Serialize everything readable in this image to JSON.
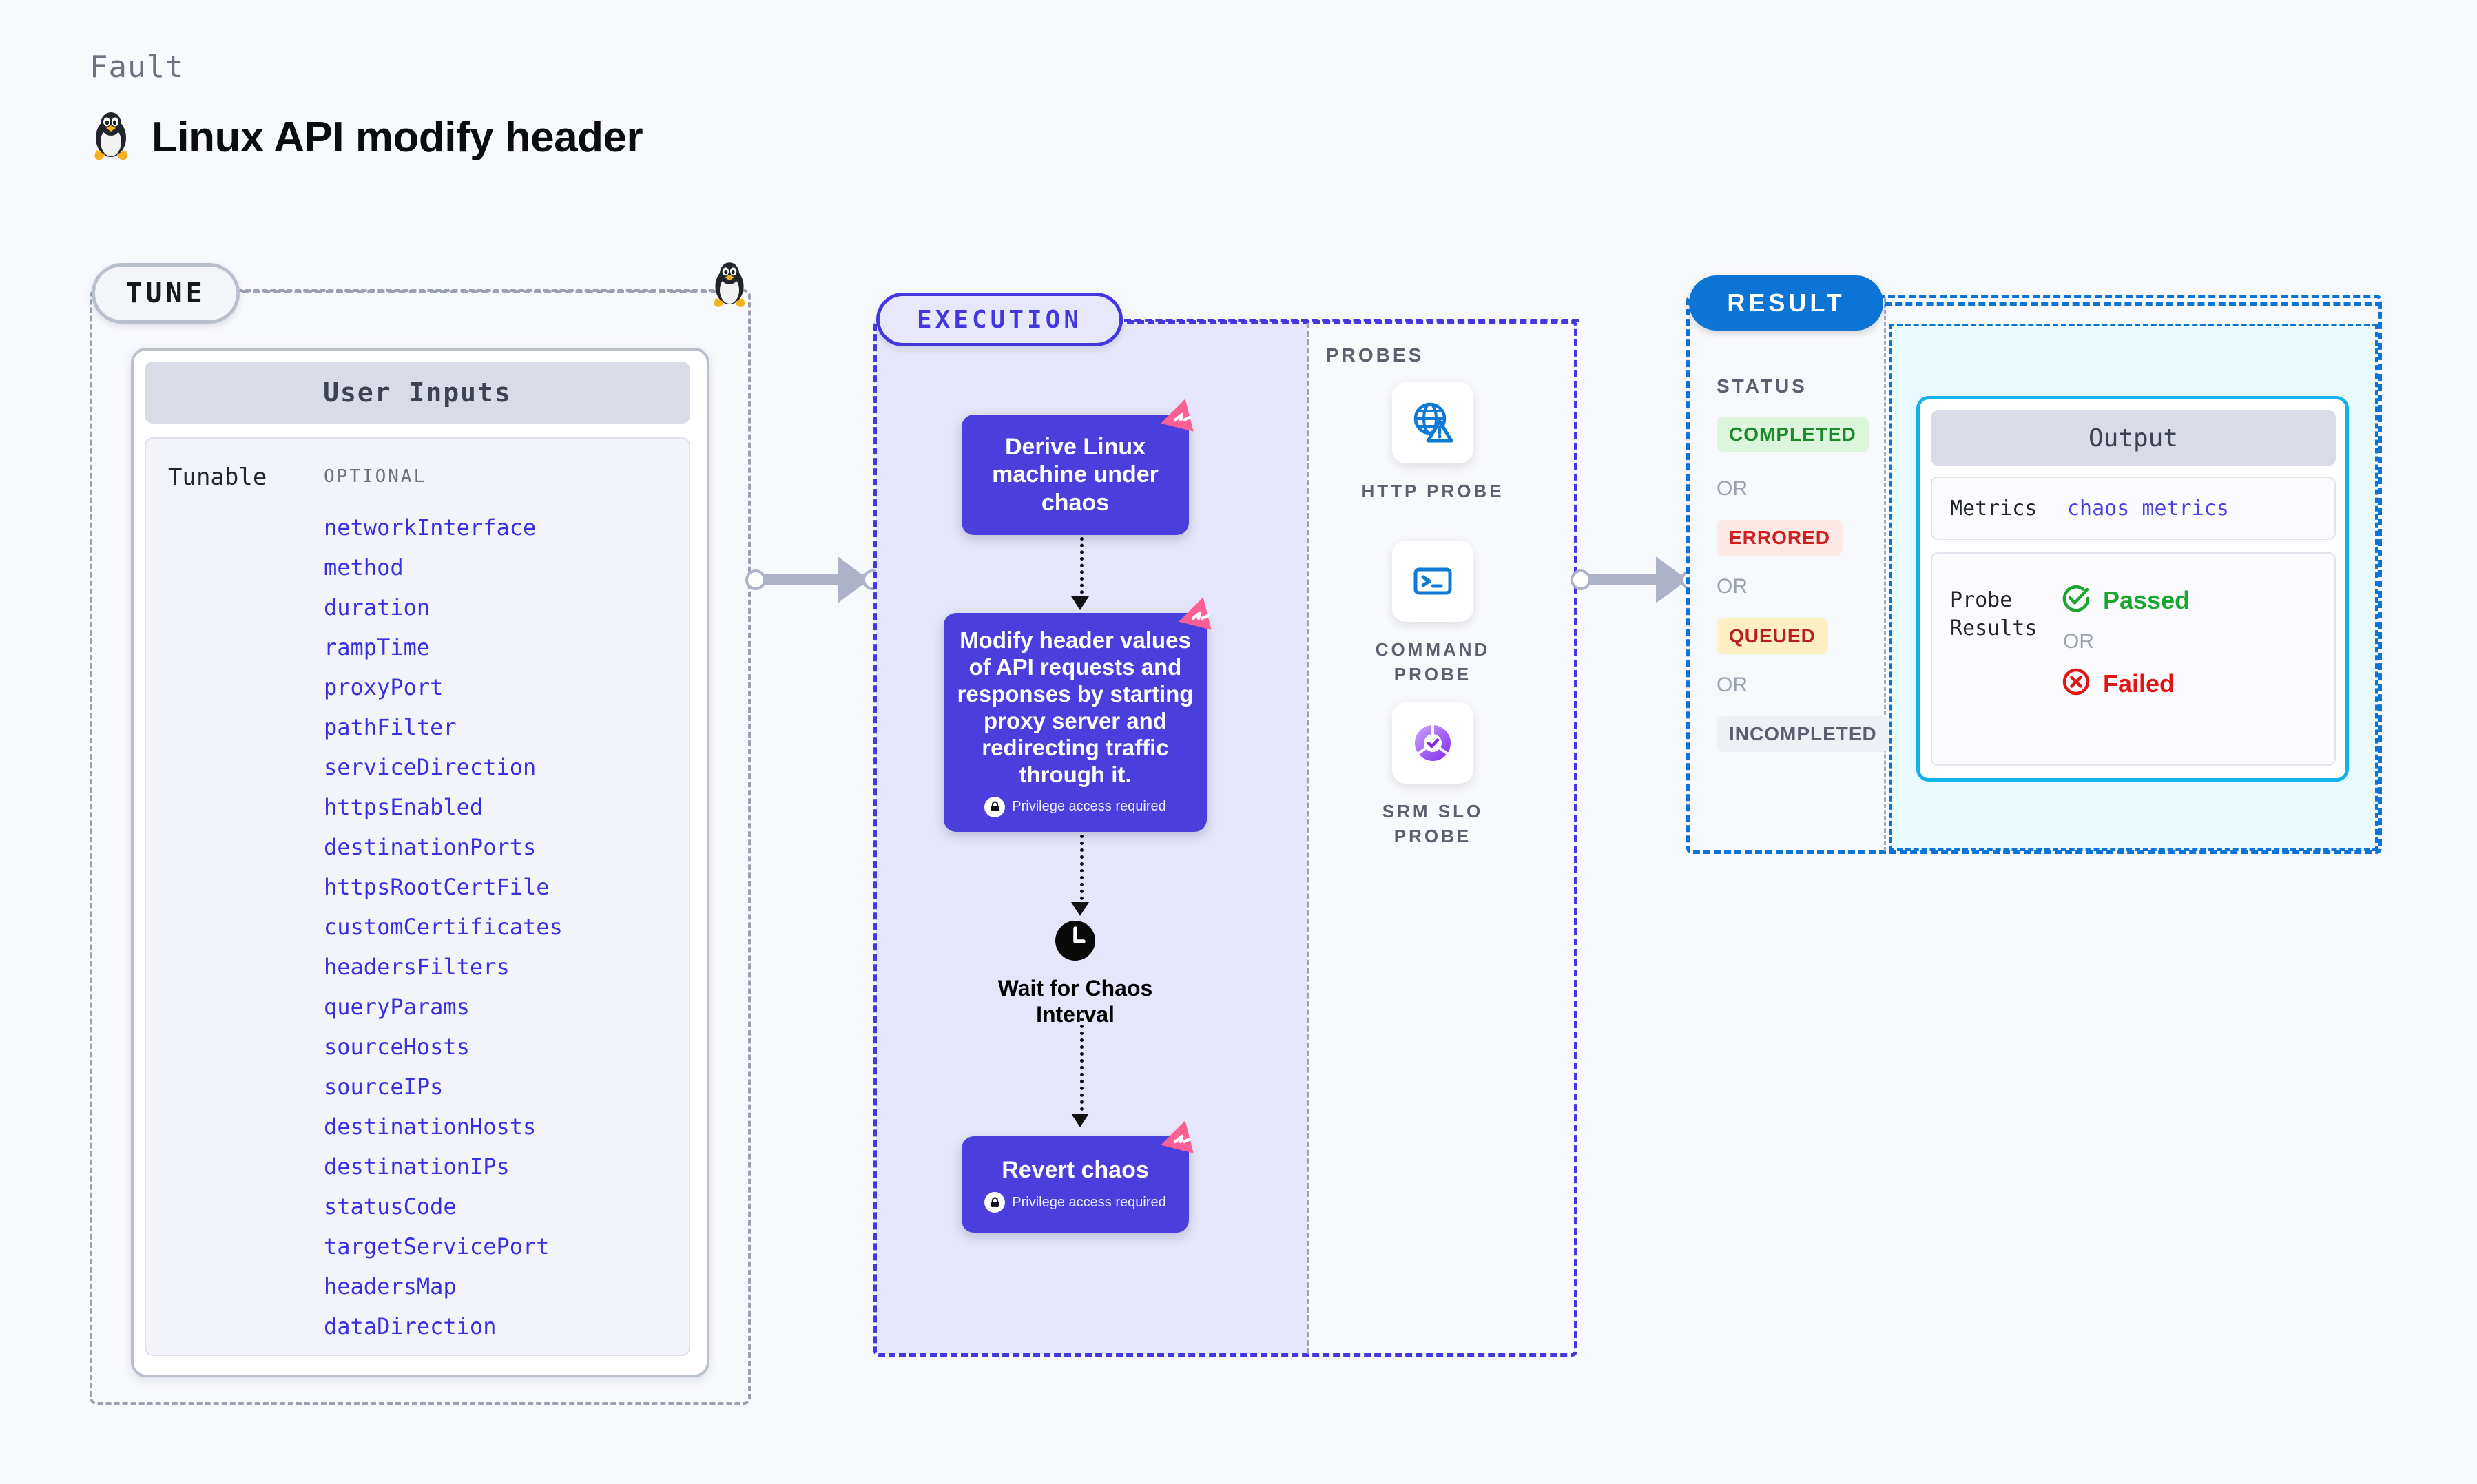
{
  "header": {
    "eyebrow": "Fault",
    "title": "Linux API modify header",
    "icon": "tux-linux-icon"
  },
  "tune": {
    "badge": "TUNE",
    "card_title": "User Inputs",
    "tunable_label": "Tunable",
    "optional_label": "OPTIONAL",
    "params": [
      "networkInterface",
      "method",
      "duration",
      "rampTime",
      "proxyPort",
      "pathFilter",
      "serviceDirection",
      "httpsEnabled",
      "destinationPorts",
      "httpsRootCertFile",
      "customCertificates",
      "headersFilters",
      "queryParams",
      "sourceHosts",
      "sourceIPs",
      "destinationHosts",
      "destinationIPs",
      "statusCode",
      "targetServicePort",
      "headersMap",
      "dataDirection"
    ]
  },
  "execution": {
    "badge": "EXECUTION",
    "nodes": [
      {
        "title": "Derive Linux machine under chaos",
        "privilege": null
      },
      {
        "title": "Modify header values of API requests and responses by starting proxy server and redirecting traffic through it.",
        "privilege": "Privilege access required"
      },
      {
        "title": "Revert chaos",
        "privilege": "Privilege access required"
      }
    ],
    "wait_label": "Wait for Chaos Interval"
  },
  "probes": {
    "label": "PROBES",
    "items": [
      {
        "label": "HTTP PROBE",
        "icon": "globe-warning-icon"
      },
      {
        "label": "COMMAND PROBE",
        "icon": "terminal-icon"
      },
      {
        "label": "SRM SLO PROBE",
        "icon": "slo-donut-check-icon"
      }
    ]
  },
  "result": {
    "badge": "RESULT",
    "status_label": "STATUS",
    "or_label": "OR",
    "statuses": [
      {
        "label": "COMPLETED",
        "color": "#1d8a2a",
        "bg": "#dcf5dd"
      },
      {
        "label": "ERRORED",
        "color": "#cf2020",
        "bg": "#fde8e6"
      },
      {
        "label": "QUEUED",
        "color": "#b82020",
        "bg": "#fcefc2"
      },
      {
        "label": "INCOMPLETED",
        "color": "#5b6070",
        "bg": "#eff0f5"
      }
    ],
    "output": {
      "title": "Output",
      "metrics_label": "Metrics",
      "metrics_value": "chaos metrics",
      "probe_results_label": "Probe Results",
      "passed_label": "Passed",
      "failed_label": "Failed",
      "or_label": "OR"
    }
  },
  "colors": {
    "node_purple": "#4a3fdd",
    "exec_border": "#4338dd",
    "result_blue": "#0c74d4",
    "output_cyan": "#12b2ea",
    "param_blue": "#3730e0",
    "ribbon_pink": "#fc5f92"
  }
}
